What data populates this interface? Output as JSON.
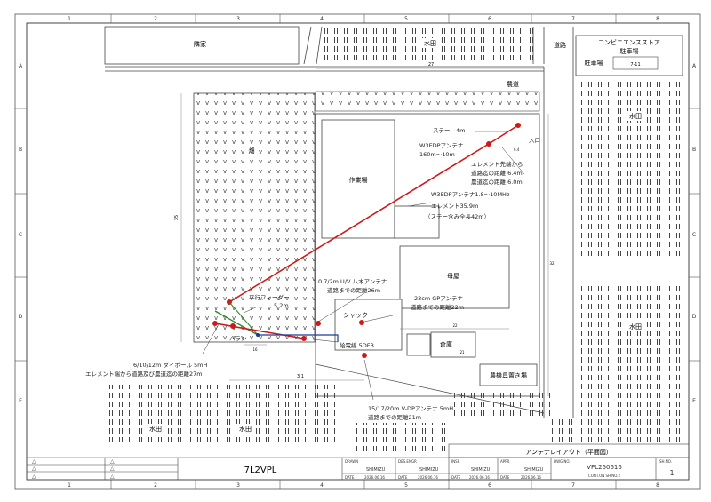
{
  "grid": {
    "cols": [
      "1",
      "2",
      "3",
      "4",
      "5",
      "6",
      "7",
      "8"
    ],
    "rows": [
      "A",
      "B",
      "C",
      "D",
      "E"
    ]
  },
  "map_labels": {
    "neighbor_house": "隣家",
    "paddy_top": "水田",
    "road": "道路",
    "conbini": "コンビニエンスストア",
    "parking_top": "駐車場",
    "parking_label": "駐車場",
    "parking_sign": "7-11",
    "paddy_right": "水田",
    "field": "畑",
    "farm_road": "農道",
    "workshop": "作業場",
    "main_house": "母屋",
    "shack": "シャック",
    "storehouse": "倉庫",
    "machine_shed": "農機具置き場",
    "paddy_right_lower": "水田",
    "paddy_bottom_1": "水田",
    "paddy_bottom_2": "水田",
    "entrance": "入口"
  },
  "annotations": {
    "stay": "ステー　4m",
    "w3edp_a": "W3EDPアンテナ",
    "w3edp_a_freq": "160m～10m",
    "element_tip_1": "エレメント先端から",
    "element_tip_2": "道路迄の距離 6.4m",
    "element_tip_3": "農道迄の距離 6.0m",
    "w3edp_b": "W3EDPアンテナ1.8～10MHz",
    "element_len": "エレメント35.9m",
    "element_total": "（ステー含み全長42m）",
    "yagi_1": "0.7/2m U/V 八木アンテナ",
    "yagi_2": "道路までの距離26m",
    "feeder_1": "平行フィーダー",
    "feeder_2": "5.2m",
    "gp_1": "23cm GPアンテナ",
    "gp_2": "道路までの距離22m",
    "balun": "バラン",
    "coax": "給電線 5DFB",
    "dipole_1": "6/10/12m ダイポール 5mH",
    "dipole_2": "エレメント端から道路及び農道迄の距離27m",
    "vdp_1": "15/17/20m V-DPアンテナ 5mH",
    "vdp_2": "道路までの距離21m"
  },
  "dimensions": {
    "d27": "27",
    "d64": "6.4",
    "d35": "35",
    "d32": "32",
    "d22": "22",
    "d21": "21",
    "d16": "16",
    "d31": "3 1"
  },
  "title_block": {
    "sheet_title": "アンテナレイアウト（平面図）",
    "callsign": "7L2VPL",
    "drawn_label": "DRAWN",
    "drawn_name": "SHIMIZU",
    "drawn_date_label": "DATE",
    "drawn_date": "2026.06.16",
    "des_label": "DES.ENGR",
    "des_name": "SHIMIZU",
    "des_date_label": "DATE",
    "des_date": "2026.06.16",
    "insp_label": "INSP.",
    "insp_name": "SHIMIZU",
    "insp_date_label": "DATE",
    "insp_date": "2026.06.16",
    "appr_label": "APPR.",
    "appr_name": "SHIMIZU",
    "appr_date_label": "DATE",
    "appr_date": "2026.06.16",
    "dwg_label": "DWG.NO.",
    "dwg_no": "VPL260616",
    "cont_label": "CONT.ON SH.NO.2",
    "sh_label": "SH.NO.",
    "sh_no": "1"
  }
}
